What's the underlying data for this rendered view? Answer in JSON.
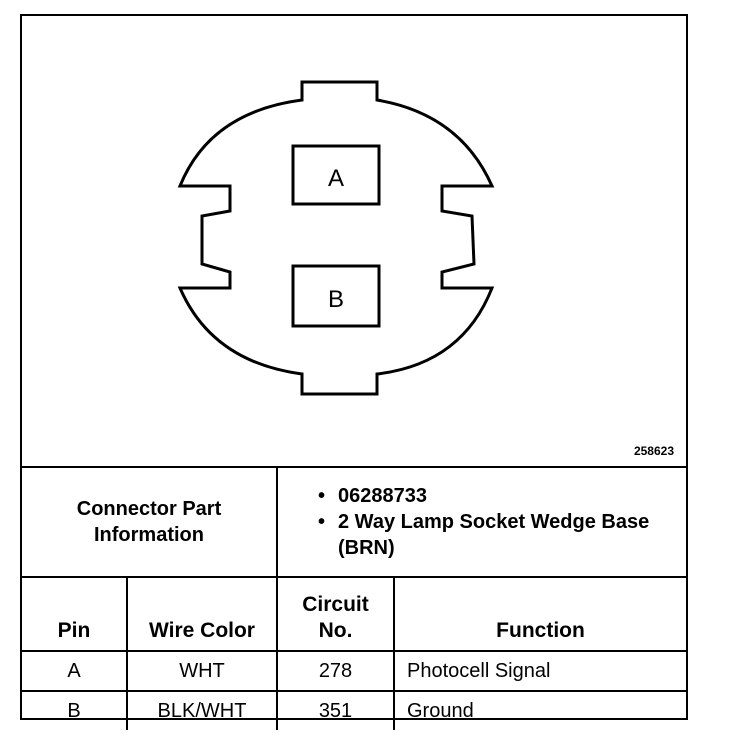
{
  "figure_number": "258623",
  "connector": {
    "pins": [
      {
        "label": "A"
      },
      {
        "label": "B"
      }
    ]
  },
  "part_info": {
    "label_line1": "Connector Part",
    "label_line2": "Information",
    "items": [
      "06288733",
      "2 Way Lamp Socket Wedge Base (BRN)"
    ]
  },
  "table": {
    "headers": {
      "pin": "Pin",
      "wire_color": "Wire Color",
      "circuit_line1": "Circuit",
      "circuit_line2": "No.",
      "function": "Function"
    },
    "rows": [
      {
        "pin": "A",
        "wire_color": "WHT",
        "circuit": "278",
        "function": "Photocell Signal"
      },
      {
        "pin": "B",
        "wire_color": "BLK/WHT",
        "circuit": "351",
        "function": "Ground"
      }
    ]
  }
}
